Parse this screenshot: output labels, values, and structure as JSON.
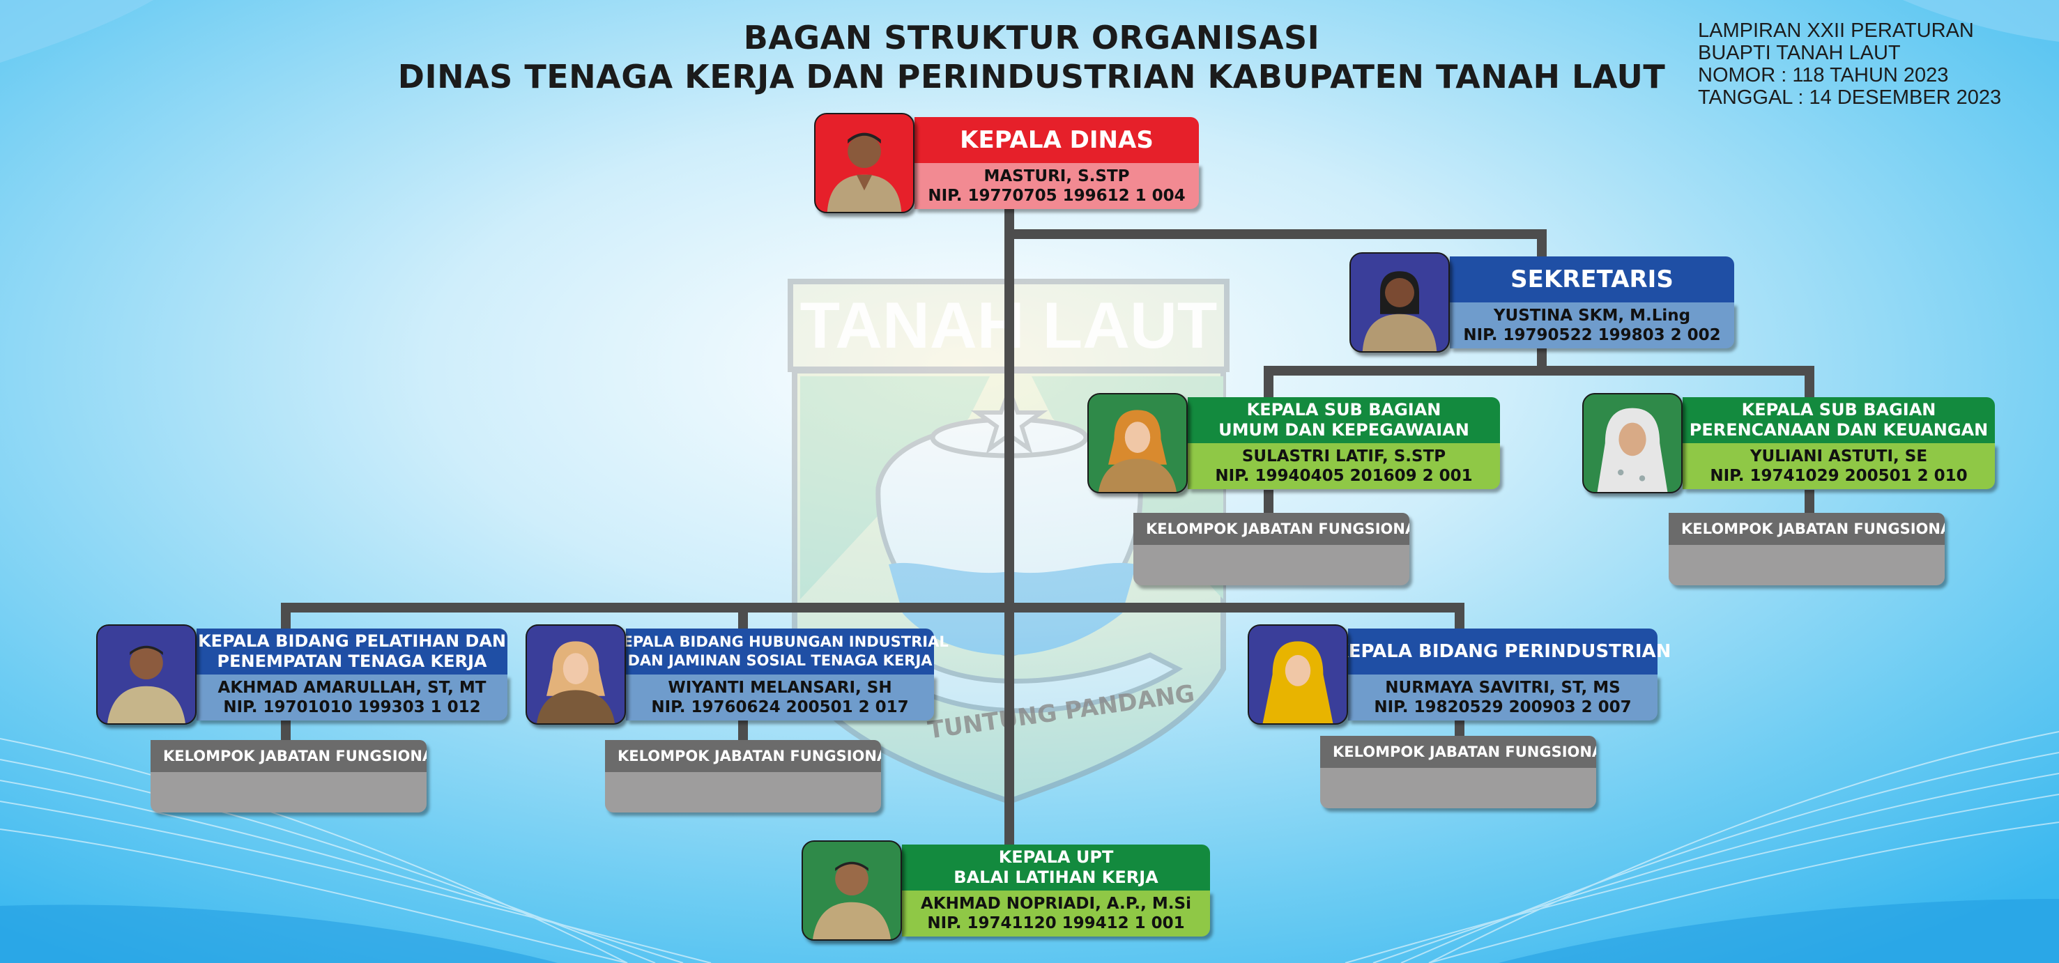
{
  "header": {
    "title_line1": "BAGAN STRUKTUR ORGANISASI",
    "title_line2": "DINAS TENAGA KERJA DAN PERINDUSTRIAN KABUPATEN TANAH LAUT"
  },
  "reference": {
    "line1": "LAMPIRAN XXII PERATURAN",
    "line2": "BUAPTI TANAH LAUT",
    "line3": "NOMOR : 118 TAHUN 2023",
    "line4": "TANGGAL : 14 DESEMBER 2023"
  },
  "emblem": {
    "banner": "TANAH LAUT",
    "ribbon": "TUNTUNG PANDANG"
  },
  "colors": {
    "head_red": "#e6202a",
    "body_red": "#f28a92",
    "head_blue": "#1f4fa5",
    "body_blue": "#6f9ccc",
    "head_green": "#138a3e",
    "body_green": "#8fc846",
    "connector": "#4d4d4d",
    "functional_group": "#9e9d9d"
  },
  "positions": {
    "kepala_dinas": {
      "title": "KEPALA DINAS",
      "name": "MASTURI, S.STP",
      "nip": "NIP. 19770705 199612 1 004",
      "photo_icon": "person-photo-icon"
    },
    "sekretaris": {
      "title": "SEKRETARIS",
      "name": "YUSTINA SKM, M.Ling",
      "nip": "NIP. 19790522 199803 2 002",
      "photo_icon": "person-photo-icon"
    },
    "subbag_umum": {
      "title_line1": "KEPALA SUB BAGIAN",
      "title_line2": "UMUM DAN KEPEGAWAIAN",
      "name": "SULASTRI LATIF, S.STP",
      "nip": "NIP. 19940405 201609 2 001",
      "photo_icon": "person-photo-icon"
    },
    "subbag_perencanaan": {
      "title_line1": "KEPALA SUB BAGIAN",
      "title_line2": "PERENCANAAN DAN KEUANGAN",
      "name": "YULIANI ASTUTI, SE",
      "nip": "NIP. 19741029 200501 2 010",
      "photo_icon": "person-photo-icon"
    },
    "bidang_pelatihan": {
      "title_line1": "KEPALA BIDANG PELATIHAN DAN",
      "title_line2": "PENEMPATAN TENAGA KERJA",
      "name": "AKHMAD AMARULLAH, ST, MT",
      "nip": "NIP. 19701010 199303 1 012",
      "photo_icon": "person-photo-icon"
    },
    "bidang_hubungan": {
      "title_line1": "KEPALA BIDANG HUBUNGAN INDUSTRIAL",
      "title_line2": "DAN JAMINAN SOSIAL TENAGA KERJA",
      "name": "WIYANTI MELANSARI, SH",
      "nip": "NIP. 19760624 200501 2 017",
      "photo_icon": "person-photo-icon"
    },
    "bidang_perindustrian": {
      "title": "KEPALA BIDANG PERINDUSTRIAN",
      "name": "NURMAYA SAVITRI, ST, MS",
      "nip": "NIP. 19820529 200903 2 007",
      "photo_icon": "person-photo-icon"
    },
    "upt_blk": {
      "title_line1": "KEPALA UPT",
      "title_line2": "BALAI LATIHAN KERJA",
      "name": "AKHMAD NOPRIADI, A.P., M.Si",
      "nip": "NIP. 19741120 199412 1 001",
      "photo_icon": "person-photo-icon"
    }
  },
  "functional_group_label": "KELOMPOK JABATAN FUNGSIONAL"
}
